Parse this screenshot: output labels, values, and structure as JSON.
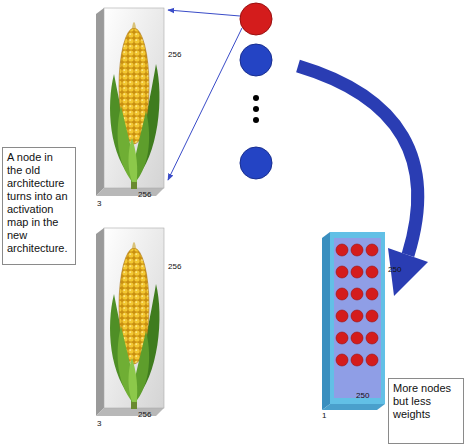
{
  "diagram": {
    "nodes": [
      {
        "text": [
          "A node in the old architecture turns into an activation map in the new architecture."
        ]
      },
      {
        "text": [
          "More nodes but less weights"
        ]
      }
    ],
    "labels": [
      "256",
      "256",
      "3",
      "256",
      "256",
      "3",
      "250",
      "250",
      "1"
    ]
  }
}
